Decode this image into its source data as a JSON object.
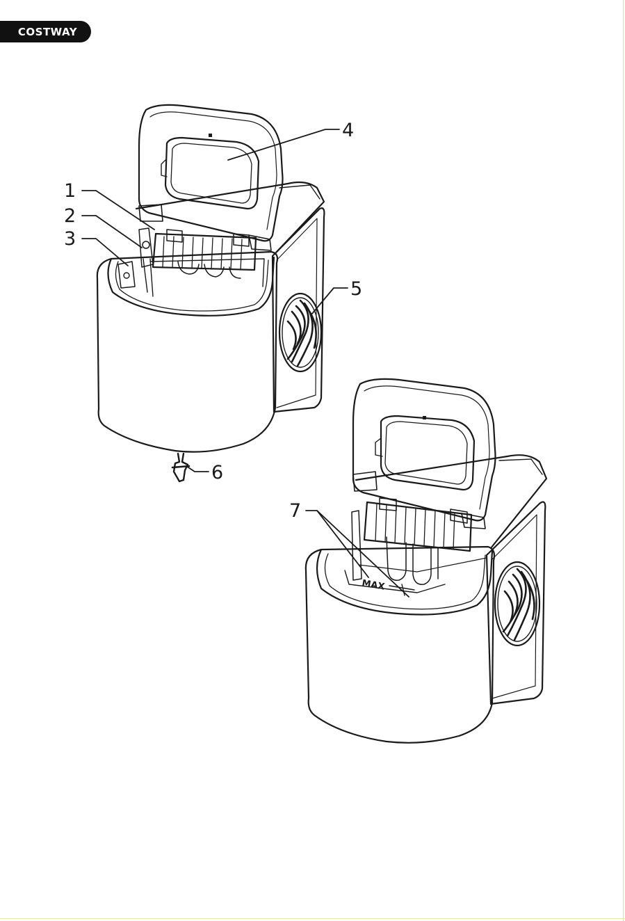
{
  "brand": {
    "name": "COSTWAY",
    "tab_color": "#111111"
  },
  "callouts": {
    "c1": "1",
    "c2": "2",
    "c3": "3",
    "c4": "4",
    "c5": "5",
    "c6": "6",
    "c7": "7"
  },
  "bin_marking": {
    "max": "MAX"
  },
  "figures": [
    {
      "name": "ice-maker-front-view",
      "parts": [
        "1",
        "2",
        "3",
        "4",
        "5",
        "6"
      ]
    },
    {
      "name": "ice-maker-interior-view",
      "parts": [
        "7"
      ]
    }
  ]
}
